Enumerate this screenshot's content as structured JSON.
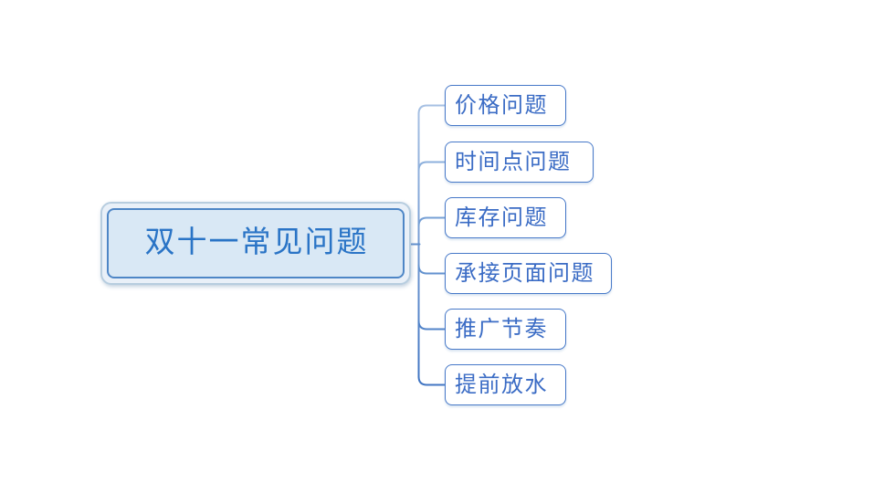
{
  "diagram": {
    "type": "mindmap",
    "root": {
      "label": "双十一常见问题",
      "selected": true
    },
    "children": [
      {
        "label": "价格问题"
      },
      {
        "label": "时间点问题"
      },
      {
        "label": "库存问题"
      },
      {
        "label": "承接页面问题"
      },
      {
        "label": "推广节奏"
      },
      {
        "label": "提前放水"
      }
    ],
    "colors": {
      "canvas_bg": "#ffffff",
      "root_fill": "#d9e8f5",
      "root_border": "#4e86c6",
      "root_halo_border": "#b7cddf",
      "root_halo_fill": "#e9f0f8",
      "root_text": "#2a74c6",
      "child_fill": "#ffffff",
      "child_border": "#4678c8",
      "child_text": "#3b6cc5",
      "connector_light": "#a6c0e3",
      "connector_dark": "#4276c3"
    },
    "connectors": {
      "stub_color": "#5e8ecd",
      "branch_colors": [
        "#a6c0e3",
        "#8db0dc",
        "#76a0d5",
        "#6392cf",
        "#5183c9",
        "#4276c3"
      ]
    }
  }
}
